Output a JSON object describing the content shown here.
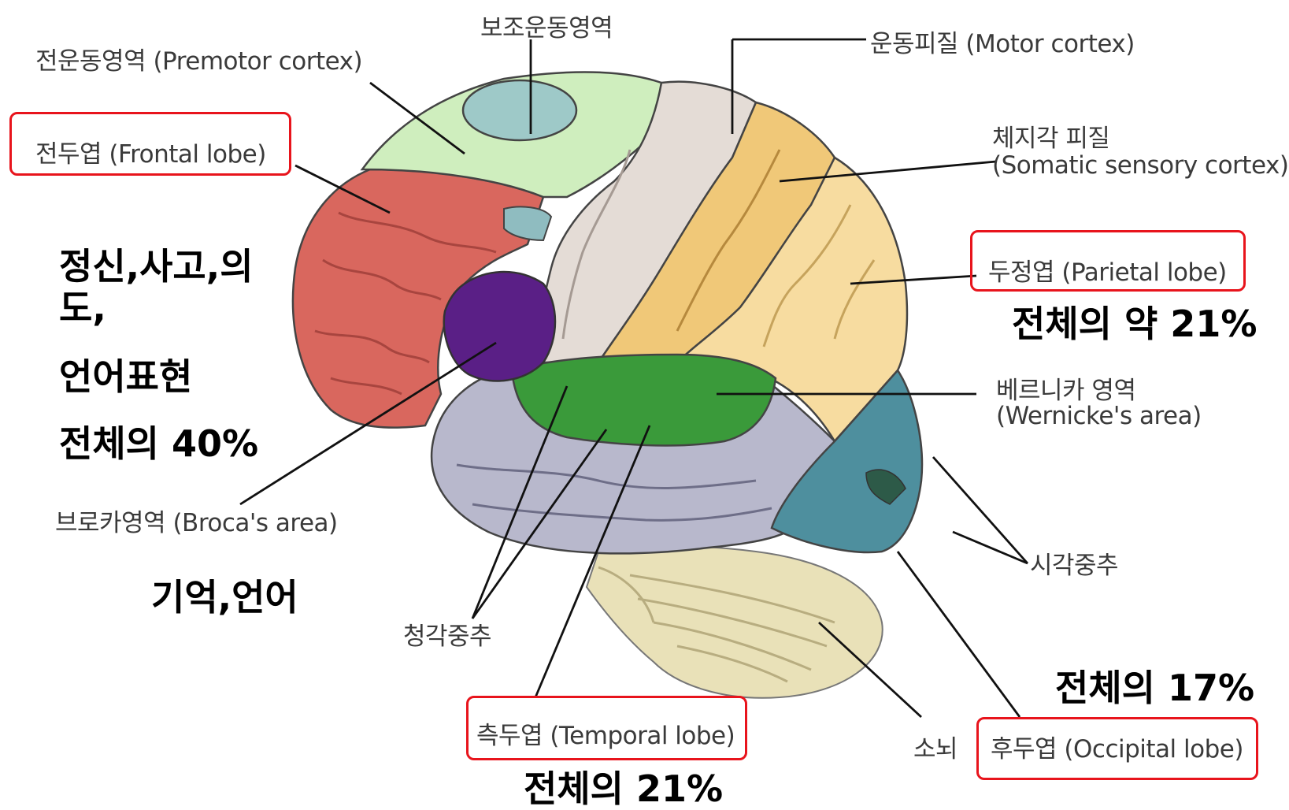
{
  "labels": {
    "supplementary_motor": "보조운동영역",
    "premotor": "전운동영역 (Premotor cortex)",
    "frontal": "전두엽 (Frontal lobe)",
    "motor": "운동피질 (Motor cortex)",
    "somatic_line1": "체지각 피질",
    "somatic_line2": "(Somatic sensory cortex)",
    "parietal": "두정엽 (Parietal lobe)",
    "wernicke_line1": "베르니카 영역",
    "wernicke_line2": "(Wernicke's area)",
    "visual": "시각중추",
    "broca": "브로카영역 (Broca's area)",
    "auditory": "청각중추",
    "temporal": "측두엽 (Temporal lobe)",
    "cerebellum": "소뇌",
    "occipital": "후두엽 (Occipital lobe)"
  },
  "notes": {
    "frontal_functions_line1": "정신,사고,의",
    "frontal_functions_line2": "도,",
    "frontal_functions_line3": "언어표현",
    "frontal_share": "전체의 40%",
    "temporal_functions": "기억,언어",
    "parietal_share": "전체의 약 21%",
    "occipital_share": "전체의 17%",
    "temporal_share": "전체의 21%"
  },
  "colors": {
    "highlight_box": "#e8141c",
    "frontal_lobe": "#d9675e",
    "premotor_area": "#cfeebe",
    "supplementary_motor_area": "#9ec9c8",
    "motor_cortex": "#e4dcd6",
    "somatic_sensory_cortex": "#f0c878",
    "parietal_lobe": "#f7dca0",
    "broca_area": "#5a1f86",
    "wernicke_area": "#3a9a3a",
    "temporal_lobe": "#b8b8cc",
    "occipital_lobe": "#4e8f9e",
    "cerebellum": "#e9e1b8"
  }
}
